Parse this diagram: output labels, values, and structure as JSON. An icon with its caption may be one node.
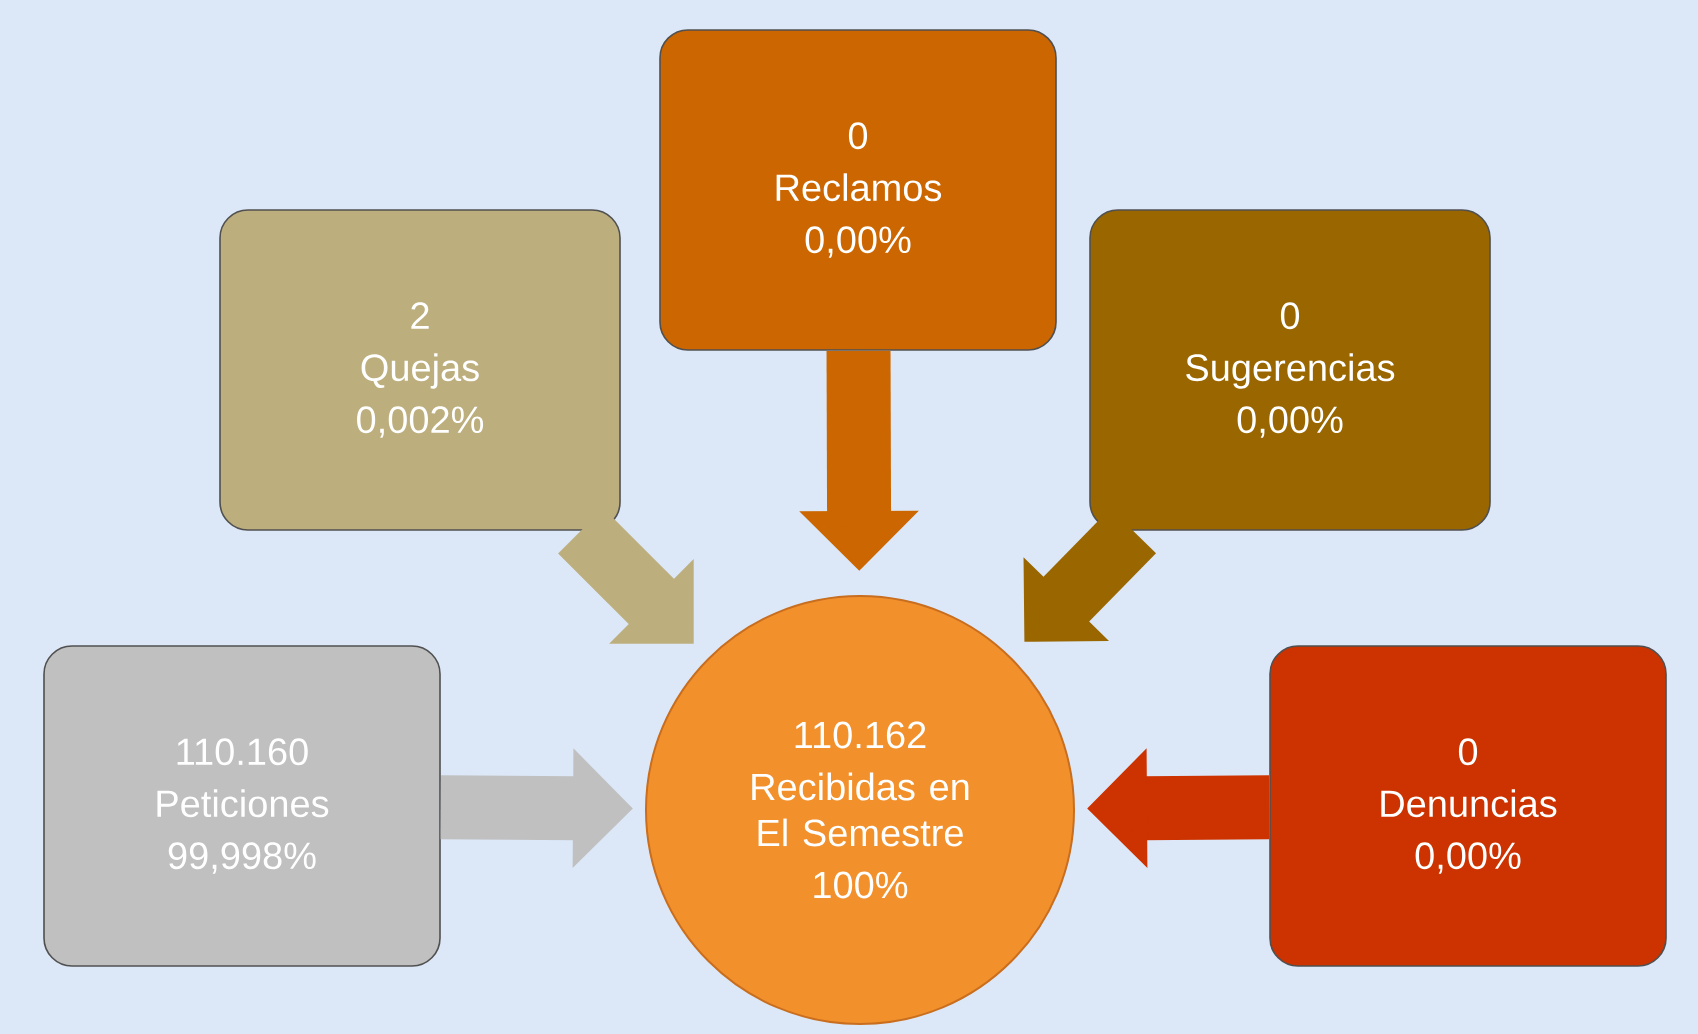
{
  "diagram": {
    "nodes": [
      {
        "text": [
          "0",
          "Reclamos",
          "0,00%"
        ]
      },
      {
        "text": [
          "2",
          "Quejas",
          "0,002%"
        ]
      },
      {
        "text": [
          "0",
          "Sugerencias",
          "0,00%"
        ]
      },
      {
        "text": [
          "110.160",
          "Peticiones",
          "99,998%"
        ]
      },
      {
        "text": [
          "110.162",
          "Recibidas en El Semestre",
          "100%"
        ]
      },
      {
        "text": [
          "0",
          "Denuncias",
          "0,00%"
        ]
      }
    ],
    "edges": [
      {
        "from": 0,
        "to": 4,
        "arrow": "to",
        "color": "#cc6600"
      },
      {
        "from": 1,
        "to": 4,
        "arrow": "to",
        "color": "#bdae7e"
      },
      {
        "from": 2,
        "to": 4,
        "arrow": "to",
        "color": "#996600"
      },
      {
        "from": 3,
        "to": 4,
        "arrow": "to",
        "color": "#c0c0c0"
      },
      {
        "from": 5,
        "to": 4,
        "arrow": "to",
        "color": "#cc3300"
      }
    ]
  }
}
